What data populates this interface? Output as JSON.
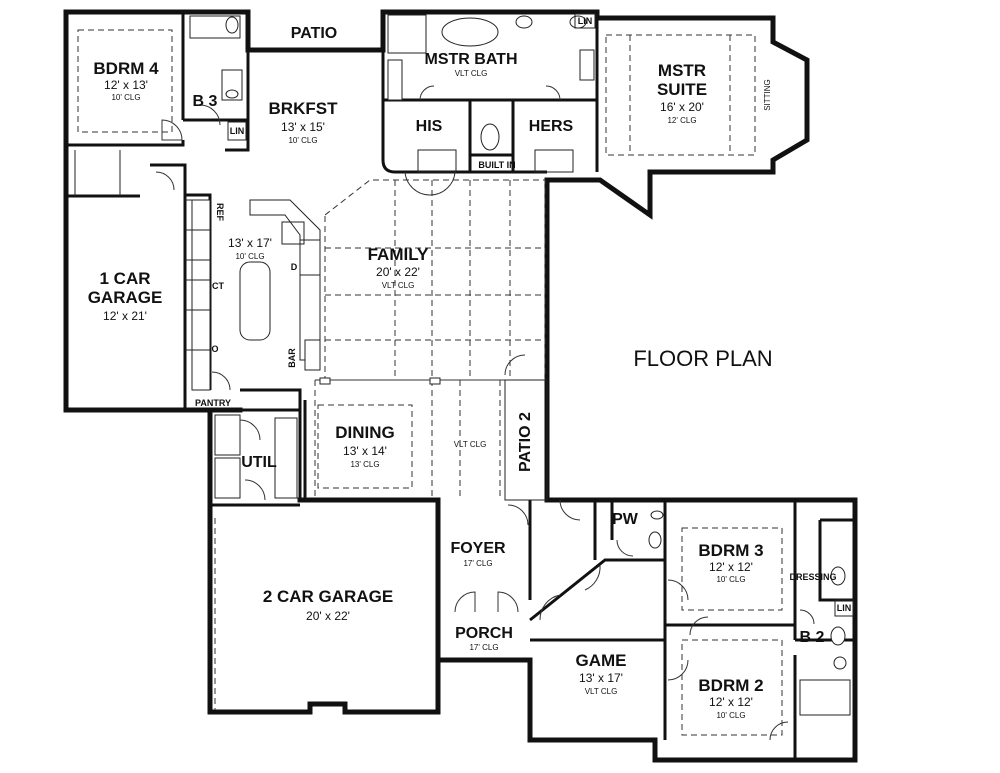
{
  "title": "FLOOR PLAN",
  "rooms": {
    "bdrm4": {
      "name": "BDRM 4",
      "size": "12' x 13'",
      "clg": "10' CLG"
    },
    "b3": {
      "name": "B 3"
    },
    "patio_top": {
      "name": "PATIO"
    },
    "brkfst": {
      "name": "BRKFST",
      "size": "13' x 15'",
      "clg": "10' CLG"
    },
    "mstr_bath": {
      "name": "MSTR BATH",
      "clg": "VLT CLG"
    },
    "his": {
      "name": "HIS"
    },
    "hers": {
      "name": "HERS"
    },
    "built_in": {
      "name": "BUILT IN"
    },
    "mstr_suite": {
      "name1": "MSTR",
      "name2": "SUITE",
      "size": "16' x 20'",
      "clg": "12' CLG",
      "sitting": "SITTING"
    },
    "kitchen": {
      "size": "13' x 17'",
      "clg": "10' CLG"
    },
    "garage1": {
      "name1": "1 CAR",
      "name2": "GARAGE",
      "size": "12' x 21'"
    },
    "family": {
      "name": "FAMILY",
      "size": "20' x 22'",
      "clg": "VLT CLG"
    },
    "dining": {
      "name": "DINING",
      "size": "13' x 14'",
      "clg": "13' CLG"
    },
    "gallery": {
      "clg": "VLT CLG"
    },
    "patio2": {
      "name": "PATIO 2"
    },
    "util": {
      "name": "UTIL"
    },
    "pantry": {
      "name": "PANTRY"
    },
    "garage2": {
      "name": "2 CAR GARAGE",
      "size": "20' x 22'"
    },
    "foyer": {
      "name": "FOYER",
      "clg": "17' CLG"
    },
    "porch": {
      "name": "PORCH",
      "clg": "17' CLG"
    },
    "pw": {
      "name": "PW"
    },
    "bdrm3": {
      "name": "BDRM 3",
      "size": "12' x 12'",
      "clg": "10' CLG"
    },
    "dressing": {
      "name": "DRESSING"
    },
    "b2": {
      "name": "B 2"
    },
    "game": {
      "name": "GAME",
      "size": "13' x 17'",
      "clg": "VLT CLG"
    },
    "bdrm2": {
      "name": "BDRM 2",
      "size": "12' x 12'",
      "clg": "10' CLG"
    }
  },
  "labels": {
    "lin": "LIN",
    "ref": "REF",
    "ct": "CT",
    "d": "D",
    "o": "O",
    "bar": "BAR"
  }
}
